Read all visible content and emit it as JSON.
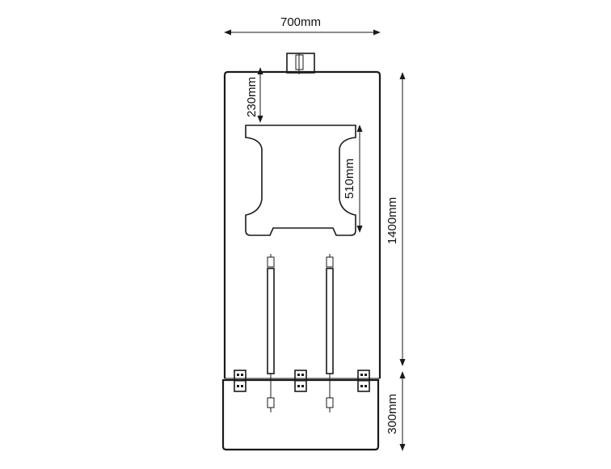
{
  "dimensions": {
    "width_label": "700mm",
    "top_gap_label": "230mm",
    "cutout_height_label": "510mm",
    "panel_height_label": "1400mm",
    "base_height_label": "300mm"
  },
  "colors": {
    "line": "#1a1a1a",
    "background": "#ffffff"
  }
}
